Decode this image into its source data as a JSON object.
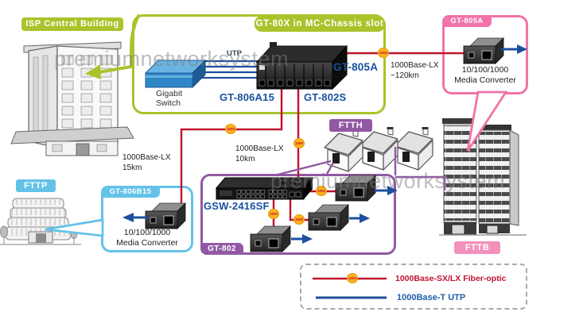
{
  "watermark": {
    "text": "premiumnetworksystem"
  },
  "isp": {
    "label": "ISP Central Building"
  },
  "chassis": {
    "header": "GT-80X in MC-Chassis slot",
    "gigabit": [
      "Gigabit",
      "Switch"
    ],
    "utp": "UTP",
    "model": "GT-805A",
    "slot_left": "GT-806A15",
    "slot_right": "GT-802S"
  },
  "remote_gt805a": {
    "tab": "GT-805A",
    "caption": [
      "10/100/1000",
      "Media Converter"
    ]
  },
  "gt806b15": {
    "tab": "GT-806B15",
    "caption": [
      "10/100/1000",
      "Media Converter"
    ]
  },
  "gt802": {
    "tab": "GT-802",
    "switch_model": "GSW-2416SF"
  },
  "areas": {
    "ftth": "FTTH",
    "fttp": "FTTP",
    "fttb": "FTTB"
  },
  "distances": {
    "lx120": [
      "1000Base-LX",
      "~120km"
    ],
    "lx15": [
      "1000Base-LX",
      "15km"
    ],
    "lx10": [
      "1000Base-LX",
      "10km"
    ]
  },
  "badge_label": "1000",
  "legend": {
    "fiber": "1000Base-SX/LX Fiber-optic",
    "utp": "1000Base-T UTP"
  },
  "colors": {
    "green": "#a9c32b",
    "pink": "#f173a8",
    "light_blue": "#64c2e8",
    "purple": "#9159a5",
    "fiber_red": "#c0122f",
    "utp_blue": "#1e4f9e",
    "badge_orange": "#ffb01f",
    "model_blue": "#17519f"
  }
}
